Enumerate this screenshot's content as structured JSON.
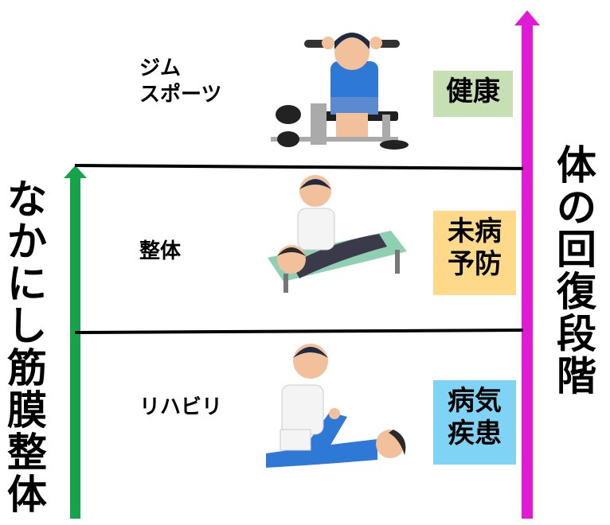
{
  "left_axis": {
    "chars": [
      "な",
      "か",
      "に",
      "し",
      "筋",
      "膜",
      "整",
      "体"
    ],
    "arrow_color": "#16a34a"
  },
  "right_axis": {
    "chars": [
      "体",
      "の",
      "回",
      "復",
      "段",
      "階"
    ],
    "arrow_color": "#e11ad6"
  },
  "levels": [
    {
      "label": "ジム\nスポーツ",
      "badge": "健康",
      "badge_bg": "#c6e0b4",
      "illustration": "gym-workout-illustration"
    },
    {
      "label": "整体",
      "badge": "未病\n予防",
      "badge_bg": "#ffd98a",
      "illustration": "bodywork-treatment-illustration"
    },
    {
      "label": "リハビリ",
      "badge": "病気\n疾患",
      "badge_bg": "#7fd3f5",
      "illustration": "rehabilitation-illustration"
    }
  ]
}
